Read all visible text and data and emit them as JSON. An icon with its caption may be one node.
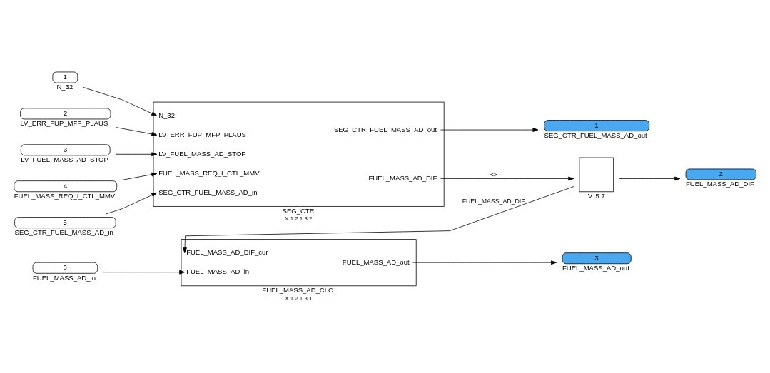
{
  "diagram": {
    "nodes": [
      {
        "text": [
          "1"
        ],
        "beside": [
          "N_32"
        ]
      },
      {
        "text": [
          "2"
        ],
        "beside": [
          "LV_ERR_FUP_MFP_PLAUS"
        ]
      },
      {
        "text": [
          "3"
        ],
        "beside": [
          "LV_FUEL_MASS_AD_STOP"
        ]
      },
      {
        "text": [
          "4"
        ],
        "beside": [
          "FUEL_MASS_REQ_I_CTL_MMV"
        ]
      },
      {
        "text": [
          "5"
        ],
        "beside": [
          "SEG_CTR_FUEL_MASS_AD_in"
        ]
      },
      {
        "text": [
          "N_32",
          "LV_ERR_FUP_MFP_PLAUS",
          "LV_FUEL_MASS_AD_STOP",
          "FUEL_MASS_REQ_I_CTL_MMV",
          "SEG_CTR_FUEL_MASS_AD_in",
          "SEG_CTR_FUEL_MASS_AD_out",
          "FUEL_MASS_AD_DIF"
        ],
        "beside": [
          "SEG_CTR",
          "X.1.2.1.3.2"
        ]
      },
      {
        "text": [
          "1"
        ],
        "beside": [
          "SEG_CTR_FUEL_MASS_AD_out"
        ]
      },
      {
        "text": [],
        "shape": "box",
        "beside": [
          "V. 5.7"
        ]
      },
      {
        "text": [
          "2"
        ],
        "beside": [
          "FUEL_MASS_AD_DIF"
        ]
      },
      {
        "text": [
          "FUEL_MASS_AD_DIF_cur",
          "FUEL_MASS_AD_in",
          "FUEL_MASS_AD_out"
        ],
        "beside": [
          "FUEL_MASS_AD_CLC",
          "X.1.2.1.3.1"
        ]
      },
      {
        "text": [
          "6"
        ],
        "beside": [
          "FUEL_MASS_AD_in"
        ]
      },
      {
        "text": [
          "3"
        ],
        "beside": [
          "FUEL_MASS_AD_out"
        ]
      }
    ],
    "edges": [
      {
        "from": 0,
        "to": 5,
        "arrow": "to"
      },
      {
        "from": 1,
        "to": 5,
        "arrow": "to"
      },
      {
        "from": 2,
        "to": 5,
        "arrow": "to"
      },
      {
        "from": 3,
        "to": 5,
        "arrow": "to"
      },
      {
        "from": 4,
        "to": 5,
        "arrow": "to"
      },
      {
        "from": 5,
        "to": 6,
        "arrow": "to"
      },
      {
        "from": 5,
        "to": 7,
        "arrow": "to",
        "label": "<>"
      },
      {
        "from": 7,
        "to": 8,
        "arrow": "to"
      },
      {
        "from": 7,
        "to": 9,
        "arrow": "to",
        "label": "FUEL_MASS_AD_DIF"
      },
      {
        "from": 10,
        "to": 9,
        "arrow": "to"
      },
      {
        "from": 9,
        "to": 11,
        "arrow": "to"
      }
    ]
  }
}
